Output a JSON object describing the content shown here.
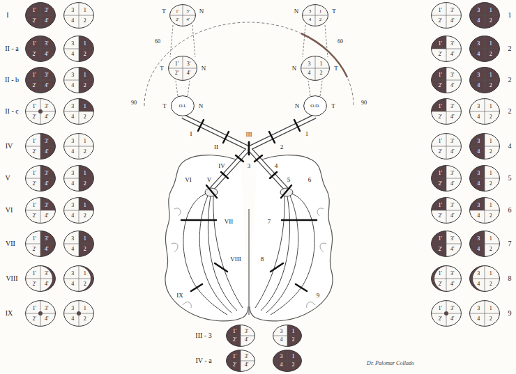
{
  "diagram": {
    "nodes": [
      {
        "text": [
          "1'",
          "3'",
          "2'",
          "4'"
        ]
      },
      {
        "text": [
          "3",
          "1",
          "4",
          "2"
        ]
      },
      {
        "text": [
          "1'",
          "3'",
          "2'",
          "4'"
        ]
      },
      {
        "text": [
          "3",
          "1",
          "4",
          "2"
        ]
      },
      {
        "text": [
          "1'",
          "3'",
          "2'",
          "4'"
        ]
      },
      {
        "text": [
          "3",
          "1",
          "4",
          "2"
        ]
      },
      {
        "text": [
          "1'",
          "3'",
          "2'",
          "4'"
        ]
      },
      {
        "text": [
          "3",
          "1",
          "4",
          "2"
        ]
      },
      {
        "text": [
          "1'",
          "3'",
          "2'",
          "4'"
        ]
      },
      {
        "text": [
          "3",
          "1",
          "4",
          "2"
        ]
      },
      {
        "text": [
          "1'",
          "3'",
          "2'",
          "4'"
        ]
      },
      {
        "text": [
          "3",
          "1",
          "4",
          "2"
        ]
      },
      {
        "text": [
          "1'",
          "3'",
          "2'",
          "4'"
        ]
      },
      {
        "text": [
          "3",
          "1",
          "4",
          "2"
        ]
      },
      {
        "text": [
          "1'",
          "3'",
          "2'",
          "4'"
        ]
      },
      {
        "text": [
          "3",
          "1",
          "4",
          "2"
        ]
      },
      {
        "text": [
          "1'",
          "3'",
          "2'",
          "4'"
        ]
      },
      {
        "text": [
          "3",
          "1",
          "4",
          "2"
        ]
      },
      {
        "text": [
          "1'",
          "3'",
          "2'",
          "4'"
        ]
      },
      {
        "text": [
          "3",
          "1",
          "4",
          "2"
        ]
      },
      {
        "text": [
          "1'",
          "3'",
          "2'",
          "4'"
        ]
      },
      {
        "text": [
          "3",
          "1",
          "4",
          "2"
        ]
      },
      {
        "text": [
          "1'",
          "3'",
          "2'",
          "4'"
        ]
      },
      {
        "text": [
          "3",
          "1",
          "4",
          "2"
        ]
      },
      {
        "text": [
          "O.I."
        ]
      },
      {
        "text": [
          "O.D."
        ]
      },
      {
        "text": [
          "1'",
          "3'",
          "2'",
          "4'"
        ]
      },
      {
        "text": [
          "3",
          "1",
          "4",
          "2"
        ]
      },
      {
        "text": [
          "1'",
          "3'",
          "2'",
          "4'"
        ]
      },
      {
        "text": [
          "3",
          "1",
          "4",
          "2"
        ]
      },
      {
        "text": [
          "1'",
          "3'",
          "2'",
          "4'"
        ]
      },
      {
        "text": [
          "3",
          "1",
          "4",
          "2"
        ]
      },
      {
        "text": [
          "1'",
          "3'",
          "2'",
          "4'"
        ]
      },
      {
        "text": [
          "3",
          "1",
          "4",
          "2"
        ]
      },
      {
        "text": [
          "1'",
          "3'",
          "2'",
          "4'"
        ]
      },
      {
        "text": [
          "3",
          "1",
          "4",
          "2"
        ]
      },
      {
        "text": [
          "1'",
          "3'",
          "2'",
          "4'"
        ]
      },
      {
        "text": [
          "3",
          "1",
          "4",
          "2"
        ]
      },
      {
        "text": [
          "1'",
          "3'",
          "2'",
          "4'"
        ]
      },
      {
        "text": [
          "3",
          "1",
          "4",
          "2"
        ]
      },
      {
        "text": [
          "1'",
          "3'",
          "2'",
          "4'"
        ]
      },
      {
        "text": [
          "3",
          "1",
          "4",
          "2"
        ]
      },
      {
        "text": [
          "1'",
          "3'",
          "2'",
          "4'"
        ]
      },
      {
        "text": [
          "3",
          "1",
          "4",
          "2"
        ]
      },
      {
        "text": [
          "1'",
          "3'",
          "2'",
          "4'"
        ]
      },
      {
        "text": [
          "3",
          "1",
          "4",
          "2"
        ]
      },
      {
        "text": [
          "1'",
          "3'",
          "2'",
          "4'"
        ]
      },
      {
        "text": [
          "3",
          "1",
          "4",
          "2"
        ]
      },
      {
        "text": [
          "1'",
          "3'",
          "2'",
          "4'"
        ]
      },
      {
        "text": [
          "3",
          "1",
          "4",
          "2"
        ]
      }
    ],
    "labels": [
      "I",
      "II - a",
      "II - b",
      "II - c",
      "IV",
      "V",
      "VI",
      "VII",
      "VIII",
      "IX",
      "1",
      "2",
      "2",
      "2",
      "4",
      "5",
      "6",
      "7",
      "8",
      "9",
      "T",
      "N",
      "N",
      "T",
      "T",
      "N",
      "N",
      "T",
      "T",
      "N",
      "N",
      "T",
      "90",
      "60",
      "60",
      "90",
      "I",
      "II",
      "III",
      "IV",
      "V",
      "VI",
      "VII",
      "VIII",
      "IX",
      "1",
      "2",
      "3",
      "4",
      "5",
      "6",
      "7",
      "8",
      "9",
      "III - 3",
      "IV - a",
      "Dr. Palomar Collado"
    ]
  }
}
